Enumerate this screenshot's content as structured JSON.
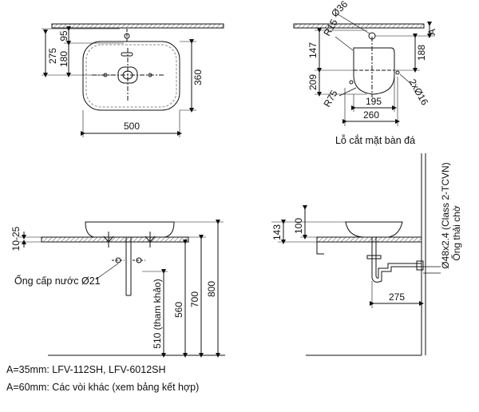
{
  "top_view": {
    "dim_275": "275",
    "dim_95": "95",
    "dim_180": "180",
    "dim_360": "360",
    "dim_500": "500"
  },
  "side_top_view": {
    "dim_36": "Ø36",
    "dim_A": "A",
    "dim_R15": "R15",
    "dim_147": "147",
    "dim_188": "188",
    "dim_209": "209",
    "dim_R75": "R75",
    "dim_2x16": "2xØ16",
    "dim_195": "195",
    "dim_260": "260",
    "cutout_label": "Lỗ cắt mặt bàn đá"
  },
  "front_view": {
    "dim_10_25": "10-25",
    "supply_label": "Ống cấp nước Ø21",
    "dim_510": "510 (tham khảo)",
    "dim_560": "560",
    "dim_700": "700",
    "dim_800": "800"
  },
  "side_view": {
    "dim_143": "143",
    "dim_100": "100",
    "dim_275": "275",
    "drain_spec": "Ø48x2.4 (Class 2-TCVN)",
    "drain_label": "Ống thải chờ"
  },
  "notes": [
    "A=35mm: LFV-112SH, LFV-6012SH",
    "A=60mm: Các vòi khác (xem bảng kết hợp)"
  ]
}
